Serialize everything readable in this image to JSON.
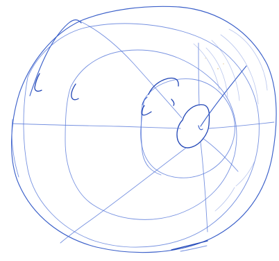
{
  "sketch": {
    "ink_color": "#2f56c6",
    "background_color": "#ffffff",
    "marks": [
      "outer-circle",
      "concentric-ring",
      "radial-line",
      "center-ellipse",
      "squiggle"
    ]
  }
}
